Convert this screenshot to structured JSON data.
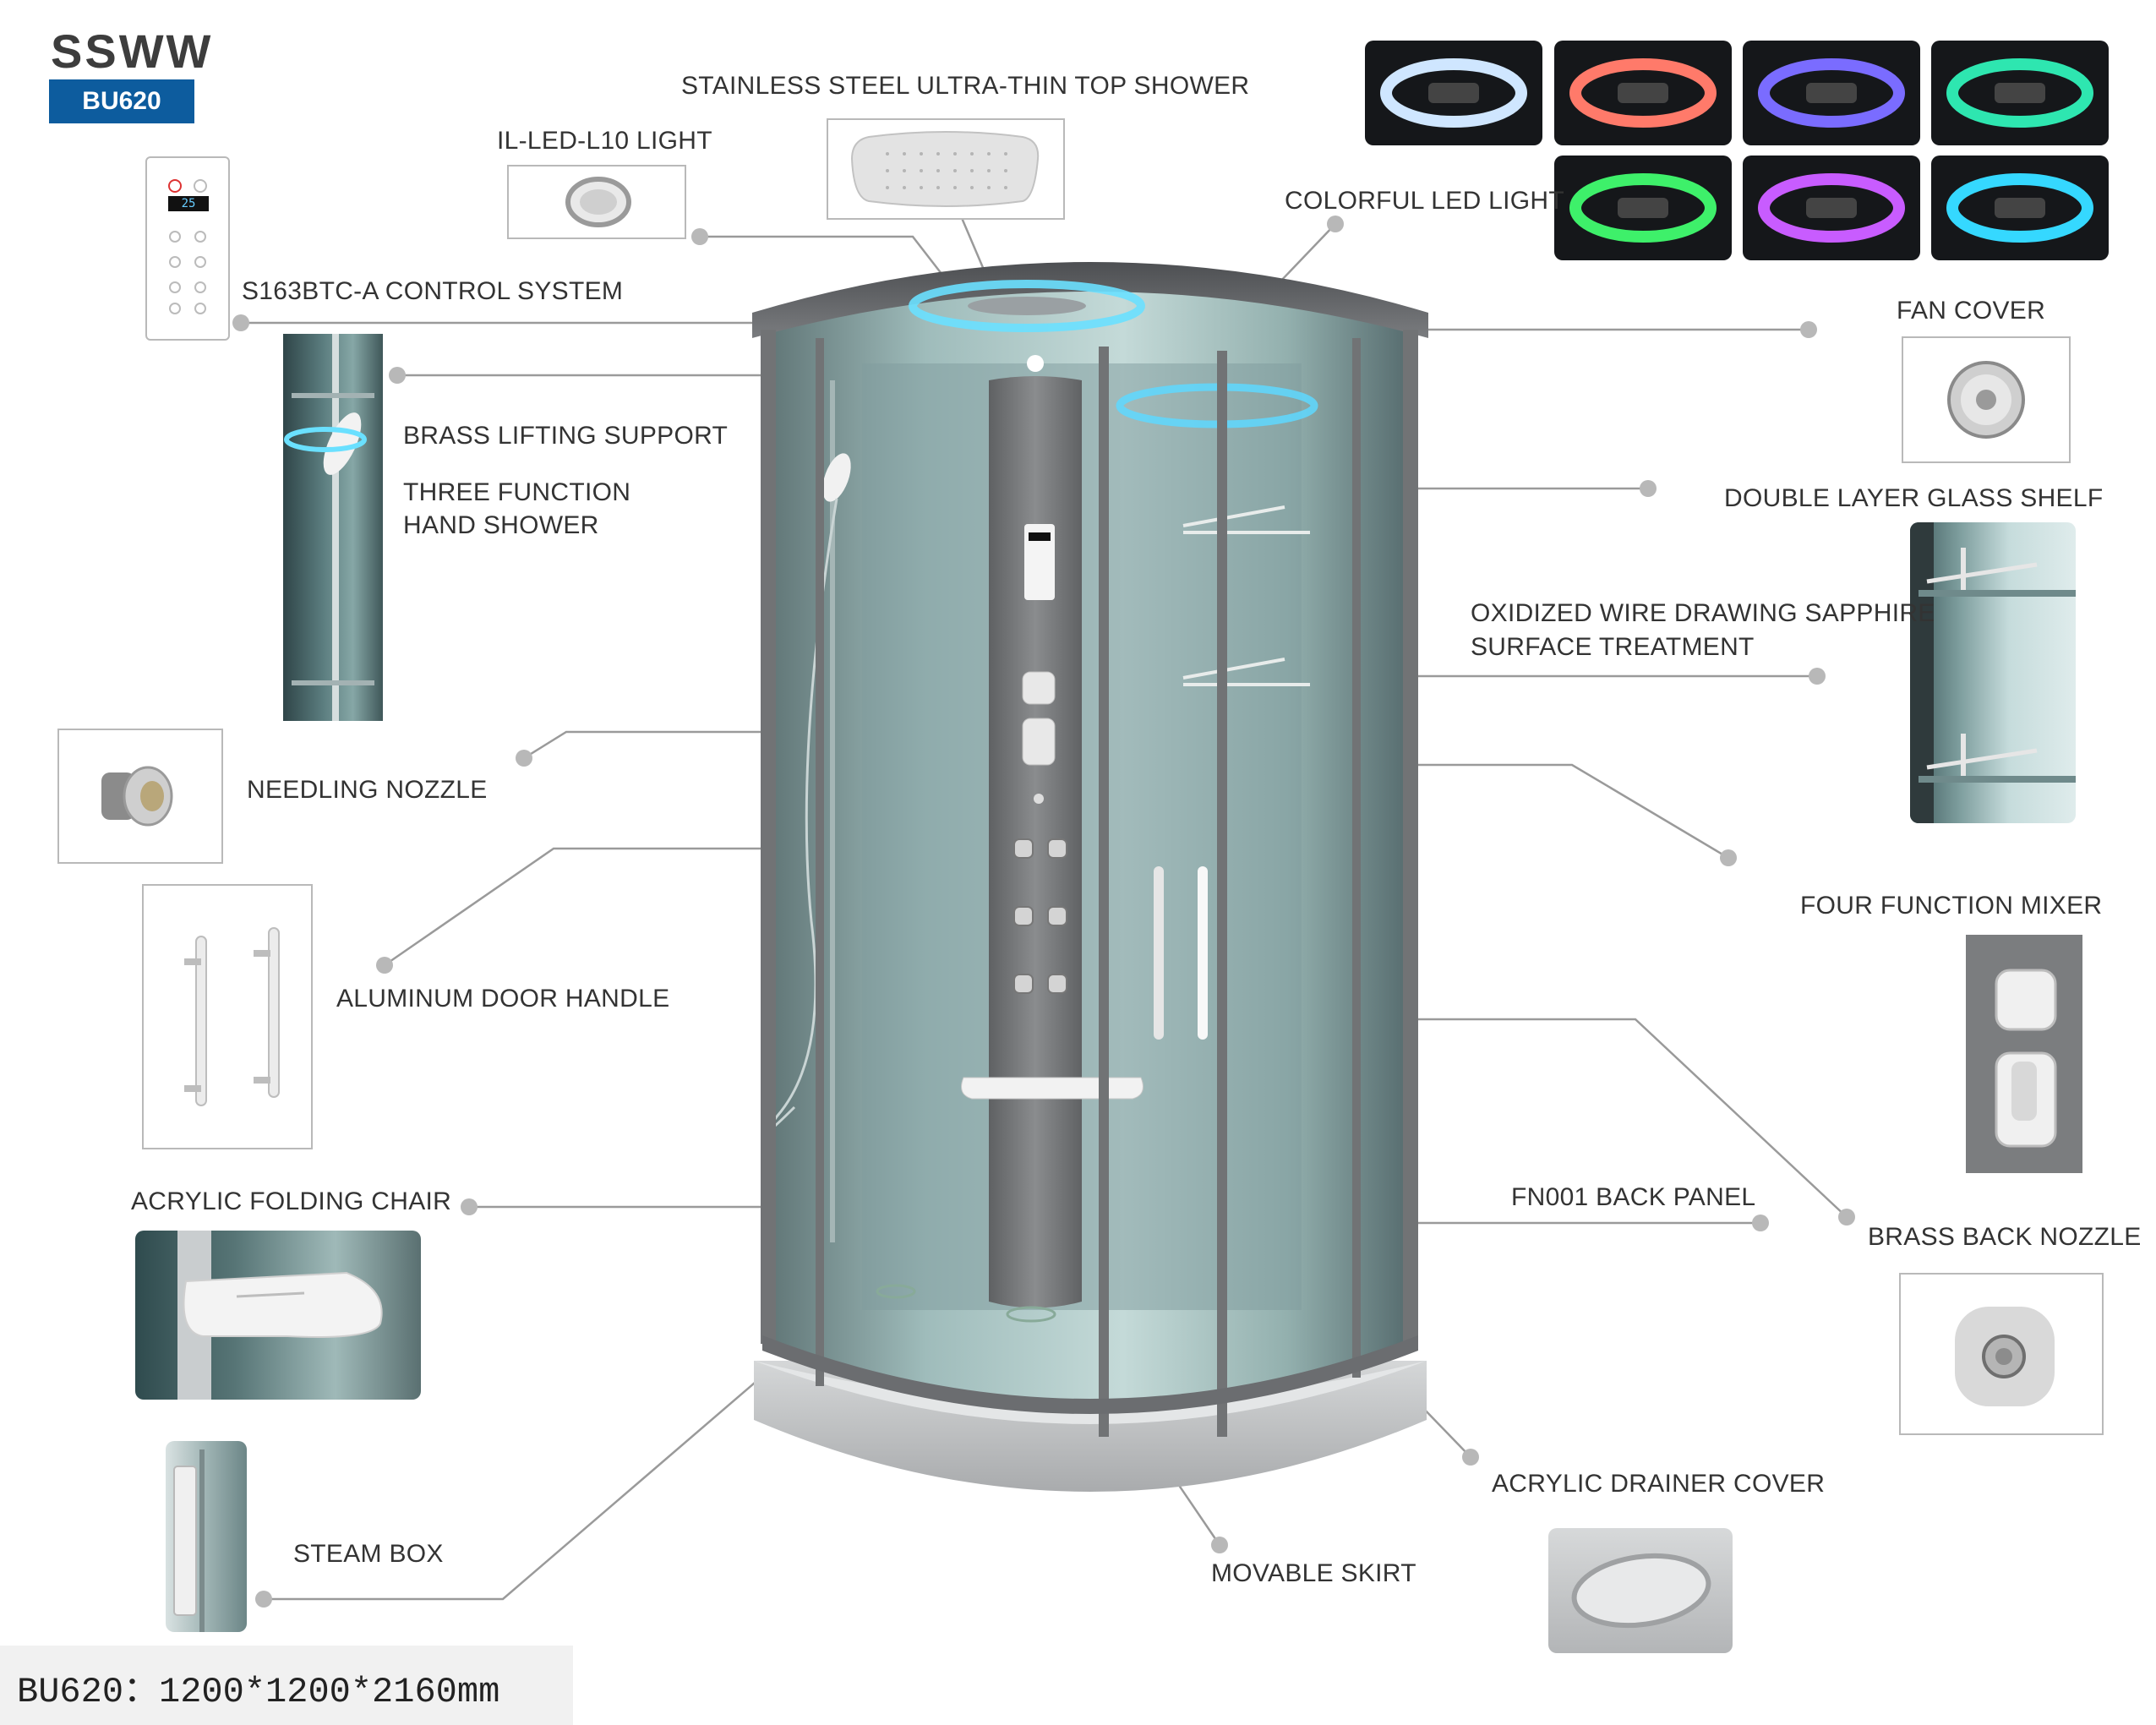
{
  "brand": "SSWW",
  "model_badge": "BU620",
  "dimensions_text": "BU620：1200*1200*2160mm",
  "labels": {
    "top_shower": "STAINLESS STEEL ULTRA-THIN TOP SHOWER",
    "led_light": "IL-LED-L10 LIGHT",
    "colorful_led": "COLORFUL LED LIGHT",
    "control_system": "S163BTC-A CONTROL SYSTEM",
    "fan_cover": "FAN COVER",
    "brass_lifting": "BRASS LIFTING SUPPORT",
    "hand_shower_1": "THREE FUNCTION",
    "hand_shower_2": "HAND SHOWER",
    "glass_shelf": "DOUBLE LAYER GLASS SHELF",
    "oxidized_1": "OXIDIZED WIRE DRAWING SAPPHIRE",
    "oxidized_2": "SURFACE TREATMENT",
    "needling_nozzle": "NEEDLING NOZZLE",
    "four_mixer": "FOUR FUNCTION MIXER",
    "door_handle": "ALUMINUM DOOR HANDLE",
    "back_panel": "FN001 BACK PANEL",
    "brass_nozzle": "BRASS BACK NOZZLE",
    "folding_chair": "ACRYLIC FOLDING CHAIR",
    "drainer_cover": "ACRYLIC DRAINER COVER",
    "steam_box": "STEAM BOX",
    "movable_skirt": "MOVABLE SKIRT"
  },
  "control_panel_display": "25",
  "led_colors": [
    "#cfe6ff",
    "#ff7a6a",
    "#7a6cff",
    "#2ee6b0",
    "#3ef06a",
    "#c85cff",
    "#35d8ff"
  ],
  "colors": {
    "badge": "#0d5c9e",
    "leader_line": "#9a9a9a",
    "frame": "#6b6d70",
    "glass": "#a9c7c6",
    "column": "#7c7e80"
  },
  "icons": {
    "control_panel": "control-panel-icon",
    "led_ring": "led-ring-icon",
    "top_shower": "rain-shower-head-icon",
    "fan": "fan-cover-icon",
    "nozzle": "nozzle-icon",
    "door_handle": "door-handle-icon",
    "mixer": "mixer-icon",
    "drain": "drain-cover-icon"
  }
}
